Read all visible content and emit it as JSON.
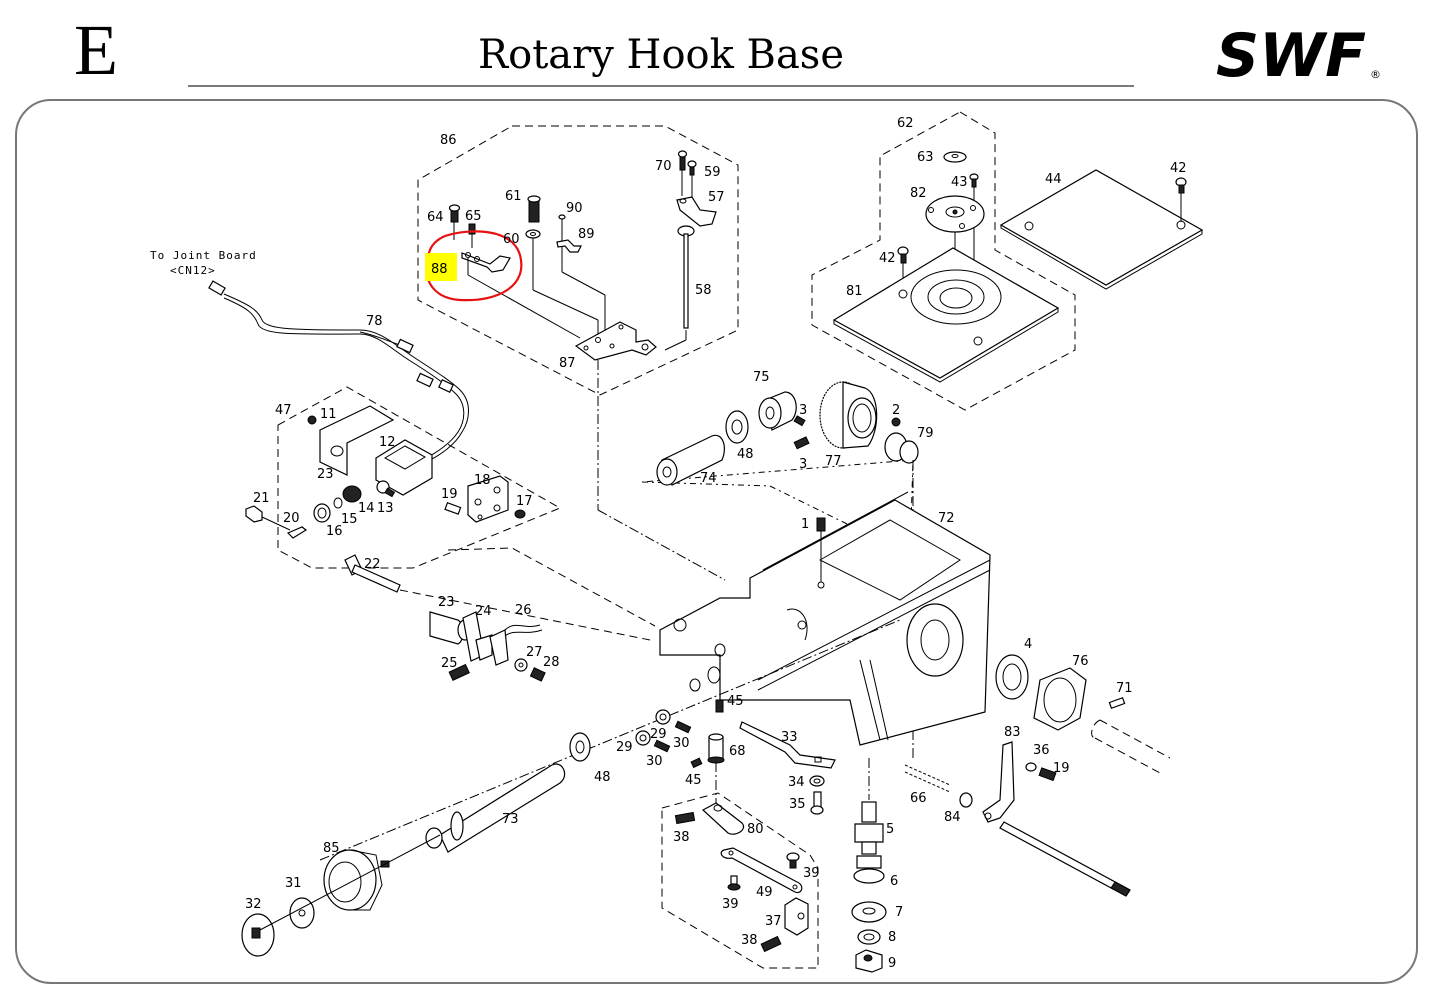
{
  "header": {
    "section_letter": "E",
    "title": "Rotary Hook Base",
    "brand": "SWF",
    "brand_mark": "®"
  },
  "highlight": {
    "part_number": "88",
    "highlight_color": "#ffff00",
    "circle_color": "#e81010"
  },
  "notes": {
    "connector_line1": "To Joint Board",
    "connector_line2": "<CN12>"
  },
  "groups": {
    "g86": "86",
    "g62": "62",
    "g47": "47"
  },
  "labels": {
    "l86": "86",
    "l70": "70",
    "l59": "59",
    "l61": "61",
    "l90": "90",
    "l64": "64",
    "l65": "65",
    "l57": "57",
    "l60": "60",
    "l89": "89",
    "l58": "58",
    "l87": "87",
    "l62": "62",
    "l63": "63",
    "l43": "43",
    "l82": "82",
    "l44": "44",
    "l42a": "42",
    "l42b": "42",
    "l81": "81",
    "l78": "78",
    "l47": "47",
    "l11": "11",
    "l12": "12",
    "l23a": "23",
    "l18": "18",
    "l19a": "19",
    "l17": "17",
    "l21": "21",
    "l20": "20",
    "l16": "16",
    "l15": "15",
    "l14": "14",
    "l13": "13",
    "l22": "22",
    "l75": "75",
    "l3a": "3",
    "l3b": "3",
    "l48a": "48",
    "l74": "74",
    "l77": "77",
    "l2": "2",
    "l79": "79",
    "l1": "1",
    "l72": "72",
    "l23b": "23",
    "l24": "24",
    "l26": "26",
    "l25": "25",
    "l27": "27",
    "l28": "28",
    "l45a": "45",
    "l29a": "29",
    "l30a": "30",
    "l29b": "29",
    "l30b": "30",
    "l48b": "48",
    "l45b": "45",
    "l68": "68",
    "l33": "33",
    "l34": "34",
    "l35": "35",
    "l4": "4",
    "l76": "76",
    "l71": "71",
    "l83": "83",
    "l36": "36",
    "l19b": "19",
    "l66": "66",
    "l84": "84",
    "l5": "5",
    "l6": "6",
    "l7": "7",
    "l8": "8",
    "l9": "9",
    "l73": "73",
    "l85": "85",
    "l31": "31",
    "l32": "32",
    "l38a": "38",
    "l80": "80",
    "l39a": "39",
    "l49": "49",
    "l39b": "39",
    "l37": "37",
    "l38b": "38"
  }
}
